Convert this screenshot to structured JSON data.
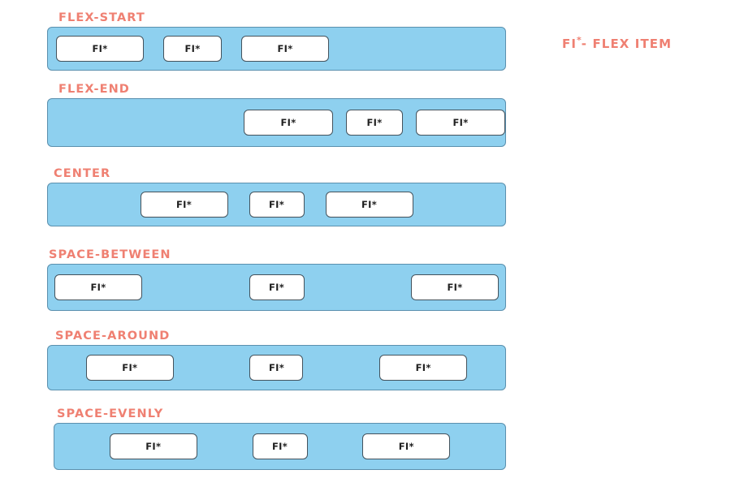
{
  "legend": {
    "prefix": "FI",
    "star": "*",
    "text": "- FLEX ITEM"
  },
  "item_label": "FI*",
  "colors": {
    "label_text": "#ef8072",
    "container_fill": "#8ed0ef",
    "container_border": "#5b90ae",
    "item_fill": "#ffffff",
    "item_border": "#44525c",
    "background": "#ffffff"
  },
  "rows": [
    {
      "label": "FLEX-START",
      "justify": "flex-start",
      "items": [
        {
          "label": "FI*"
        },
        {
          "label": "FI*"
        },
        {
          "label": "FI*"
        }
      ]
    },
    {
      "label": "FLEX-END",
      "justify": "flex-end",
      "items": [
        {
          "label": "FI*"
        },
        {
          "label": "FI*"
        },
        {
          "label": "FI*"
        }
      ]
    },
    {
      "label": "CENTER",
      "justify": "center",
      "items": [
        {
          "label": "FI*"
        },
        {
          "label": "FI*"
        },
        {
          "label": "FI*"
        }
      ]
    },
    {
      "label": "SPACE-BETWEEN",
      "justify": "space-between",
      "items": [
        {
          "label": "FI*"
        },
        {
          "label": "FI*"
        },
        {
          "label": "FI*"
        }
      ]
    },
    {
      "label": "SPACE-AROUND",
      "justify": "space-around",
      "items": [
        {
          "label": "FI*"
        },
        {
          "label": "FI*"
        },
        {
          "label": "FI*"
        }
      ]
    },
    {
      "label": "SPACE-EVENLY",
      "justify": "space-evenly",
      "items": [
        {
          "label": "FI*"
        },
        {
          "label": "FI*"
        },
        {
          "label": "FI*"
        }
      ]
    }
  ]
}
